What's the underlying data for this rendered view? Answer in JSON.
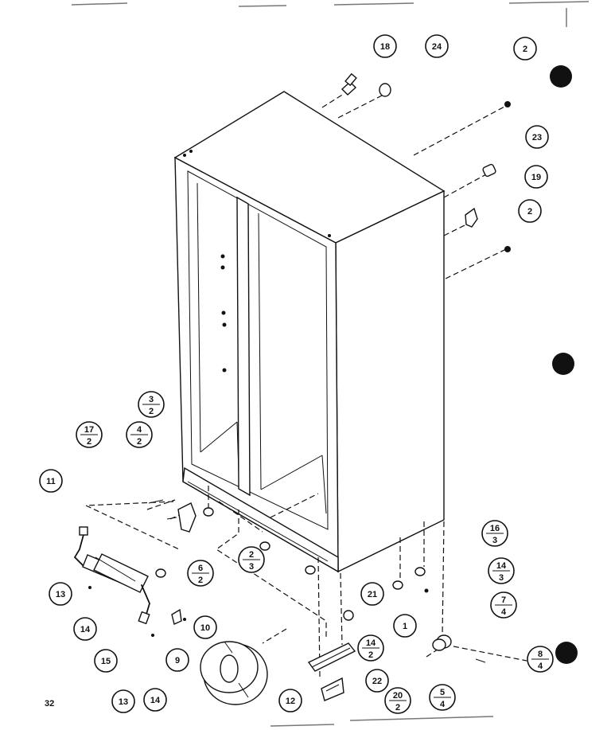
{
  "page_number": "32",
  "callouts": {
    "c18": "18",
    "c24": "24",
    "c2a": "2",
    "c23": "23",
    "c19": "19",
    "c2b": "2",
    "c3_2": [
      "3",
      "2"
    ],
    "c4_2": [
      "4",
      "2"
    ],
    "c17_2": [
      "17",
      "2"
    ],
    "c11": "11",
    "c6_2": [
      "6",
      "2"
    ],
    "c2_3": [
      "2",
      "3"
    ],
    "c13a": "13",
    "c14a": "14",
    "c15": "15",
    "c13b": "13",
    "c14b": "14",
    "c9": "9",
    "c10": "10",
    "c12": "12",
    "c1": "1",
    "c21": "21",
    "c16_3": [
      "16",
      "3"
    ],
    "c14_3": [
      "14",
      "3"
    ],
    "c7_4": [
      "7",
      "4"
    ],
    "c8_4": [
      "8",
      "4"
    ],
    "c14_2": [
      "14",
      "2"
    ],
    "c22": "22",
    "c20_2": [
      "20",
      "2"
    ],
    "c5_4": [
      "5",
      "4"
    ]
  }
}
